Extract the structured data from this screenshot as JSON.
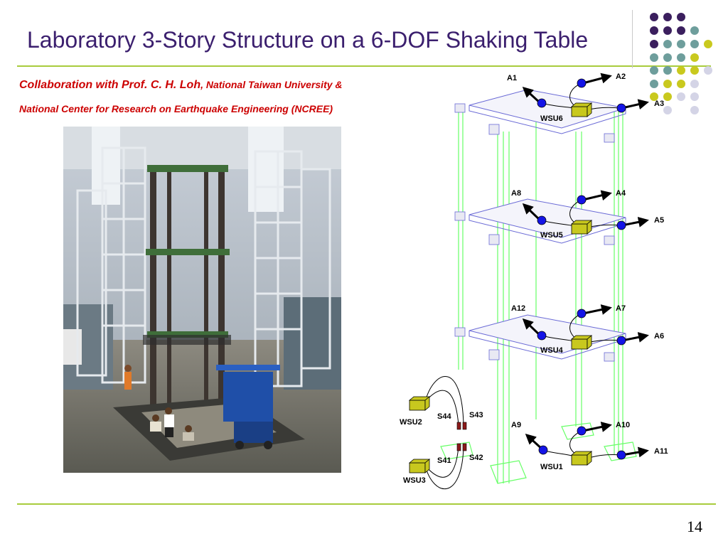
{
  "slide": {
    "title": "Laboratory 3-Story Structure on a 6-DOF Shaking Table",
    "collaboration_prefix": "Collaboration with Prof. C. H. Loh",
    "collaboration_affiliation_1": ", National Taiwan University &",
    "collaboration_affiliation_2": "National Center for Research on Earthquake Engineering (NCREE)",
    "page_number": "14"
  },
  "colors": {
    "title": "#3b1f6e",
    "accent_rule": "#a8cc3c",
    "collab_text": "#cc0000",
    "dot_purple": "#3b1f5e",
    "dot_teal": "#6e9e9c",
    "dot_yellow": "#c9c91e",
    "dot_lavender": "#d4d4e6",
    "sensor_blue": "#1414e6",
    "wsu_box": "#c8c81e",
    "frame_green": "#66ff66",
    "strain_gauge": "#8b1a1a"
  },
  "diagram": {
    "accelerometers": {
      "a1": "A1",
      "a2": "A2",
      "a3": "A3",
      "a4": "A4",
      "a5": "A5",
      "a6": "A6",
      "a7": "A7",
      "a8": "A8",
      "a9": "A9",
      "a10": "A10",
      "a11": "A11",
      "a12": "A12"
    },
    "wireless_units": {
      "wsu1": "WSU1",
      "wsu2": "WSU2",
      "wsu3": "WSU3",
      "wsu4": "WSU4",
      "wsu5": "WSU5",
      "wsu6": "WSU6"
    },
    "strain_gauges": {
      "s41": "S41",
      "s42": "S42",
      "s43": "S43",
      "s44": "S44"
    }
  }
}
